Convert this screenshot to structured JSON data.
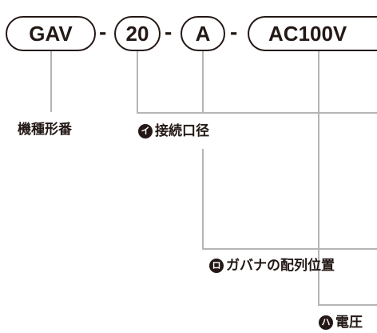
{
  "code_parts": {
    "model": "GAV",
    "diameter": "20",
    "arrangement": "A",
    "voltage": "AC100V",
    "separator": "-"
  },
  "labels": {
    "model": "機種形番",
    "diameter": "接続口径",
    "arrangement": "ガバナの配列位置",
    "voltage": "電圧"
  },
  "badges": {
    "diameter": "イ",
    "arrangement": "ロ",
    "voltage": "ハ"
  }
}
